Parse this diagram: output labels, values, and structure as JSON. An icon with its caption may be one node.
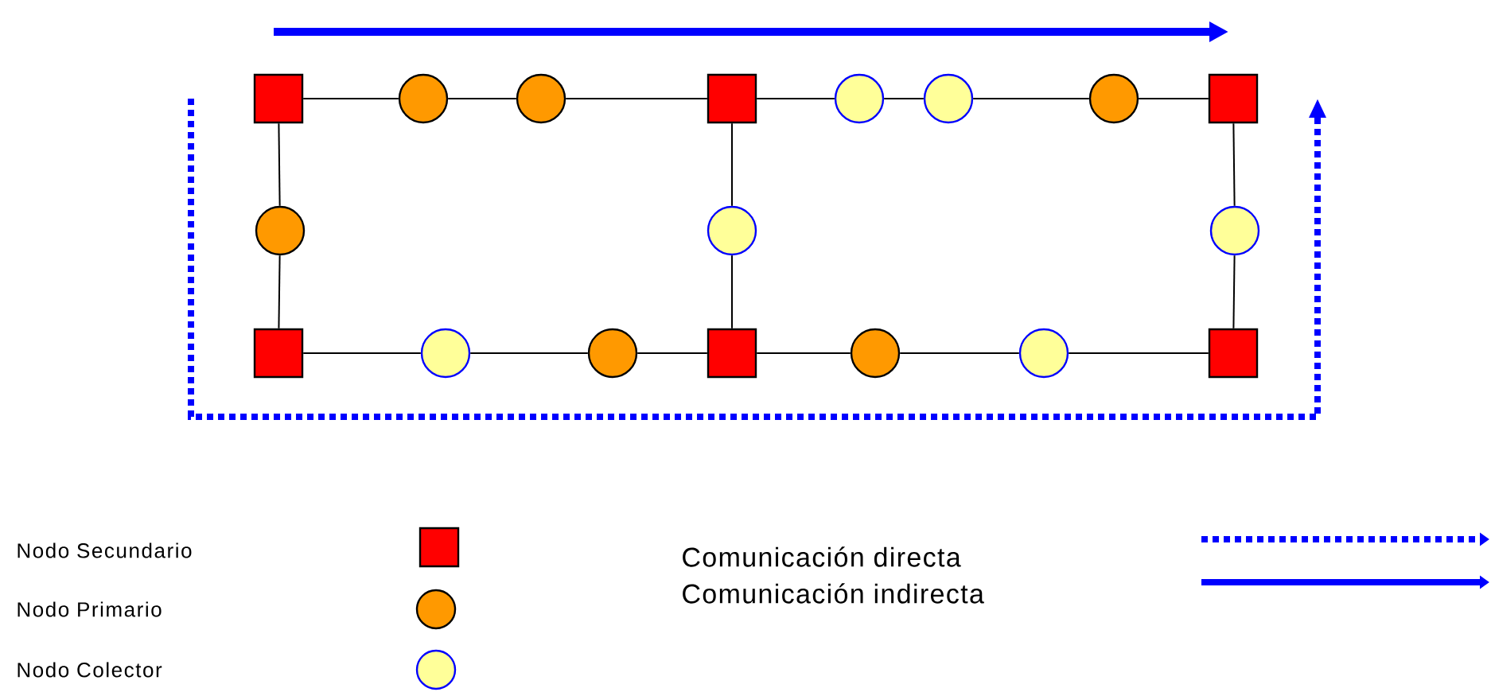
{
  "diagram": {
    "nodes": [
      {
        "text": [],
        "shape": "box"
      },
      {
        "text": [],
        "shape": "circle"
      },
      {
        "text": [],
        "shape": "circle"
      },
      {
        "text": [],
        "shape": "box"
      },
      {
        "text": [],
        "shape": "circle"
      },
      {
        "text": [],
        "shape": "circle"
      },
      {
        "text": [],
        "shape": "circle"
      },
      {
        "text": [],
        "shape": "box"
      },
      {
        "text": [],
        "shape": "circle"
      },
      {
        "text": [],
        "shape": "circle"
      },
      {
        "text": [],
        "shape": "circle"
      },
      {
        "text": [],
        "shape": "box"
      },
      {
        "text": [],
        "shape": "circle"
      },
      {
        "text": [],
        "shape": "circle"
      },
      {
        "text": [],
        "shape": "box"
      },
      {
        "text": [],
        "shape": "circle"
      },
      {
        "text": [],
        "shape": "circle"
      },
      {
        "text": [],
        "shape": "box"
      }
    ],
    "edges": [
      {
        "from": 0,
        "to": 1,
        "arrow": "none"
      },
      {
        "from": 1,
        "to": 2,
        "arrow": "none"
      },
      {
        "from": 2,
        "to": 3,
        "arrow": "none"
      },
      {
        "from": 3,
        "to": 4,
        "arrow": "none"
      },
      {
        "from": 4,
        "to": 5,
        "arrow": "none"
      },
      {
        "from": 5,
        "to": 6,
        "arrow": "none"
      },
      {
        "from": 6,
        "to": 7,
        "arrow": "none"
      },
      {
        "from": 0,
        "to": 8,
        "arrow": "none"
      },
      {
        "from": 8,
        "to": 11,
        "arrow": "none"
      },
      {
        "from": 3,
        "to": 9,
        "arrow": "none"
      },
      {
        "from": 9,
        "to": 14,
        "arrow": "none"
      },
      {
        "from": 7,
        "to": 10,
        "arrow": "none"
      },
      {
        "from": 10,
        "to": 17,
        "arrow": "none"
      },
      {
        "from": 11,
        "to": 12,
        "arrow": "none"
      },
      {
        "from": 12,
        "to": 13,
        "arrow": "none"
      },
      {
        "from": 13,
        "to": 14,
        "arrow": "none"
      },
      {
        "from": 14,
        "to": 15,
        "arrow": "none"
      },
      {
        "from": 15,
        "to": 16,
        "arrow": "none"
      },
      {
        "from": 16,
        "to": 17,
        "arrow": "none"
      }
    ],
    "legend": [
      {
        "text": "Nodo Secundario"
      },
      {
        "text": "Nodo Primario"
      },
      {
        "text": "Nodo Colector"
      },
      {
        "text": "Comunicación directa"
      },
      {
        "text": "Comunicación indirecta"
      }
    ]
  }
}
